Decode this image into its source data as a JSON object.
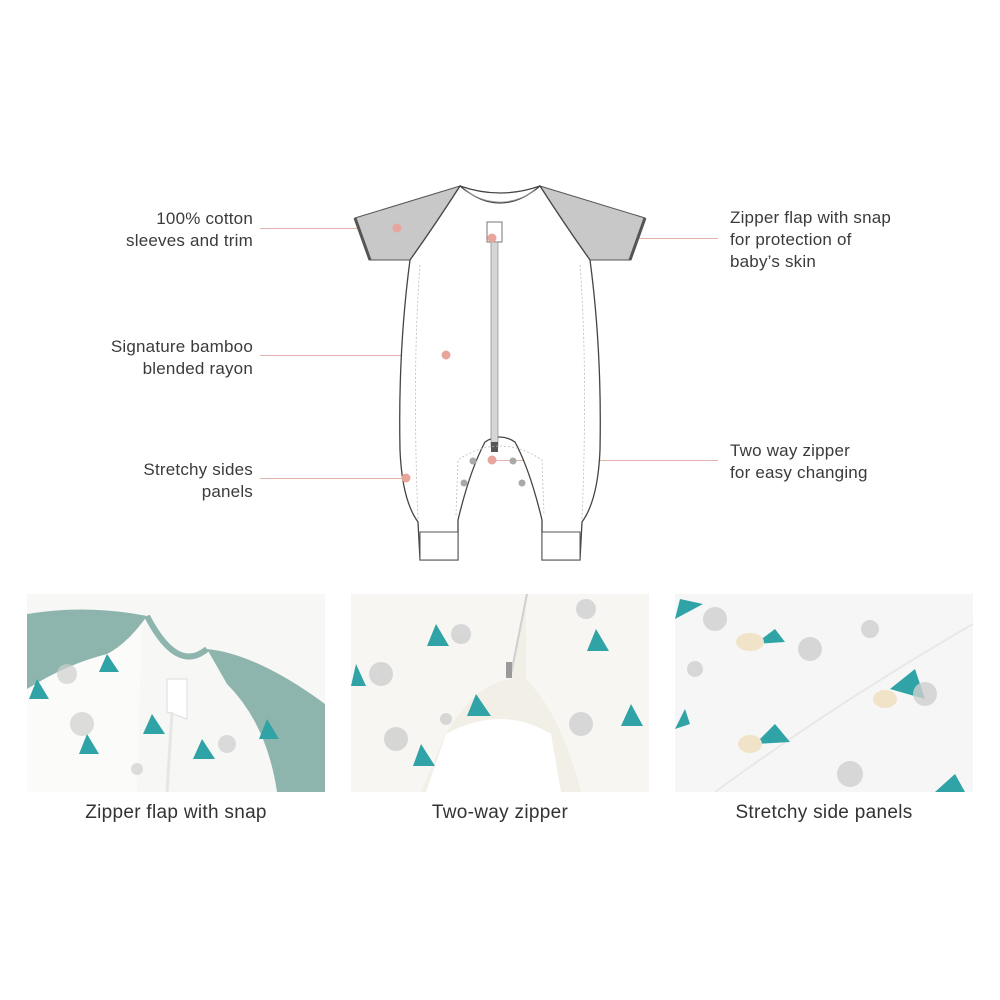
{
  "diagram": {
    "product": "short-sleeve sleep suit technical drawing",
    "colors": {
      "sleeve_fill": "#c8c8c8",
      "outline": "#4a4a4a",
      "leader_line": "#e2b1a8",
      "marker_dot": "#e7a59b",
      "snap_dot": "#a9a9a9"
    },
    "callouts_left": [
      {
        "line1": "100% cotton",
        "line2": "sleeves and trim"
      },
      {
        "line1": "Signature bamboo",
        "line2": "blended rayon"
      },
      {
        "line1": "Stretchy sides",
        "line2": "panels"
      }
    ],
    "callouts_right": [
      {
        "line1": "Zipper flap with snap",
        "line2": "for protection of",
        "line3": "baby’s skin"
      },
      {
        "line1": "Two way zipper",
        "line2": "for easy changing"
      }
    ]
  },
  "photos": [
    {
      "caption": "Zipper flap with snap",
      "accent": "#8db5ad",
      "print": "#2fa3a6"
    },
    {
      "caption": "Two-way zipper",
      "accent": "#f1efe6",
      "print": "#2fa3a6"
    },
    {
      "caption": "Stretchy side panels",
      "accent": "#f3f3f3",
      "print": "#2fa3a6"
    }
  ]
}
